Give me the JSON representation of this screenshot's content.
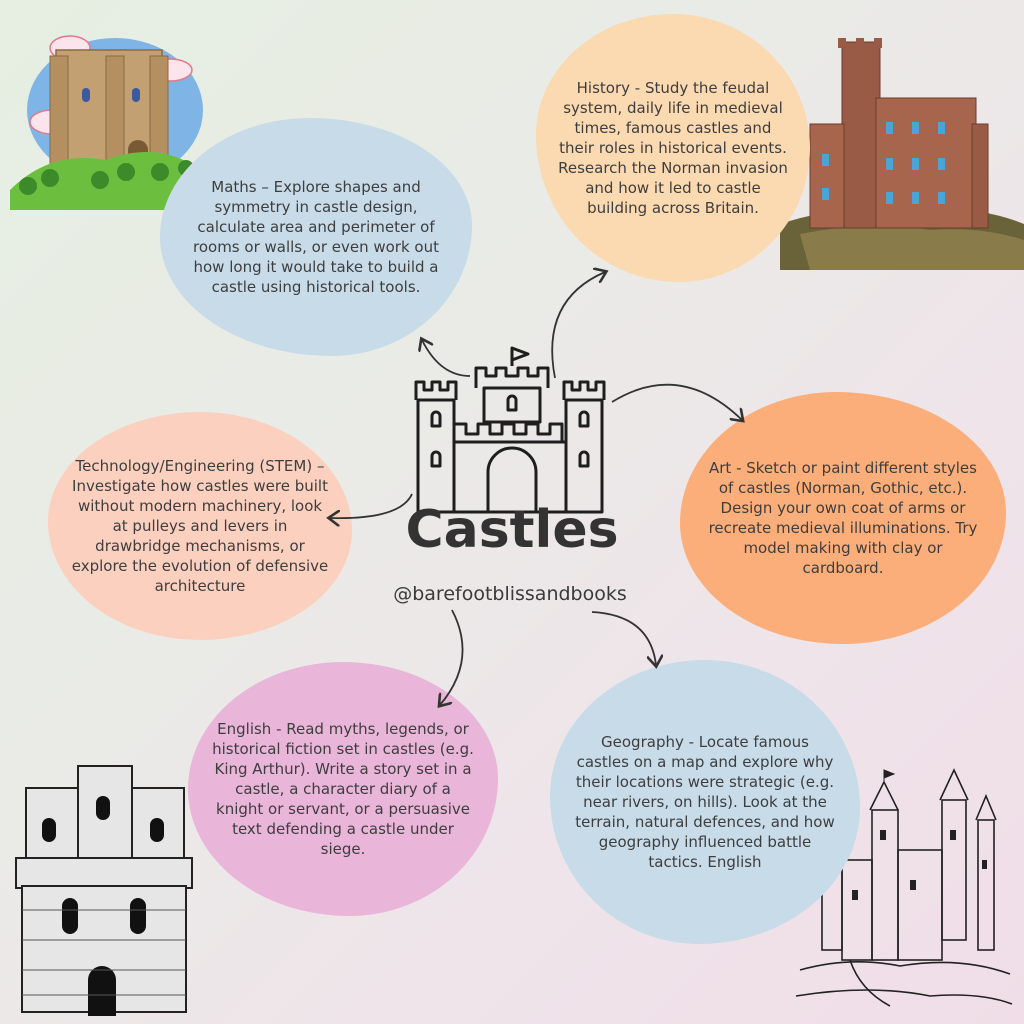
{
  "title": "Castles",
  "handle": "@barefootblissandbooks",
  "topics": {
    "maths": "Maths – Explore shapes and symmetry in castle design, calculate area and perimeter of rooms or walls, or even work out how long it would take to build a castle using historical tools.",
    "history": "History - Study the feudal system, daily life in medieval times, famous castles and their roles in historical events. Research the Norman invasion and how it led to castle building across Britain.",
    "technology": "Technology/Engineering (STEM) – Investigate how castles were built without modern machinery, look at pulleys and levers in drawbridge mechanisms, or explore the evolution of defensive architecture",
    "art": "Art - Sketch or paint different styles of castles (Norman, Gothic, etc.). Design your own coat of arms or recreate medieval illuminations. Try model making with clay or cardboard.",
    "english": "English - Read myths, legends, or historical fiction set in castles (e.g. King Arthur). Write a story set in a castle, a character diary of a knight or servant, or a persuasive text defending a castle under siege.",
    "geography": "Geography - Locate famous castles on a map and explore why their locations were strategic (e.g. near rivers, on hills). Look at the terrain, natural defences, and how geography influenced battle tactics. English"
  },
  "colors": {
    "maths": "#c7dbe8",
    "history": "#fbd9b1",
    "technology": "#fbd0bf",
    "art": "#fbae79",
    "english": "#e9b5d9",
    "geography": "#c7dbe8"
  },
  "icons": [
    "castle-outline-icon",
    "hill-castle-illustration",
    "red-brick-castle-illustration",
    "grey-tower-illustration",
    "sketch-castle-illustration",
    "flag-icon"
  ]
}
